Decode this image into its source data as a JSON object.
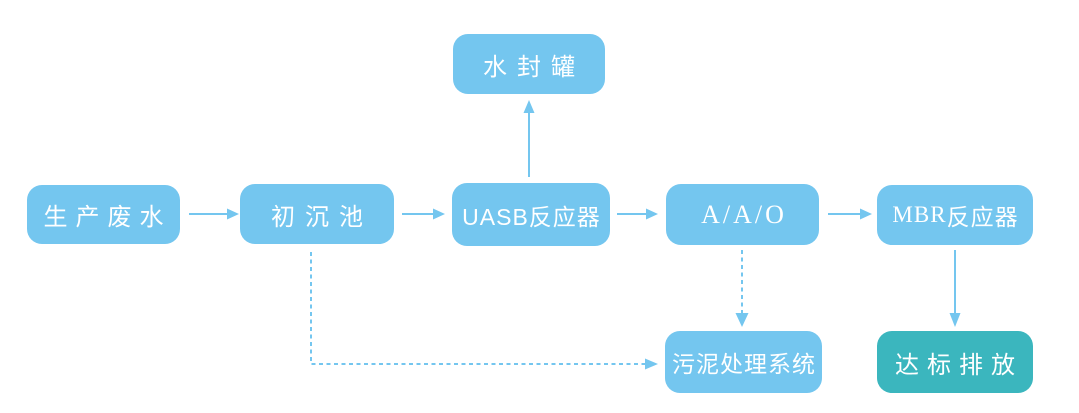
{
  "colors": {
    "node_blue": "#74C6EF",
    "node_teal": "#3BB6BE",
    "arrow_blue": "#74C6EF",
    "label_text": "#FFFFFF",
    "background": "#FFFFFF"
  },
  "nodes": {
    "production_wastewater": {
      "label": "生产废水"
    },
    "primary_sedimentation_tank": {
      "label": "初沉池"
    },
    "uasb_reactor": {
      "label": "UASB反应器"
    },
    "aao_process": {
      "label": "A/A/O"
    },
    "mbr_reactor": {
      "label_latin": "MBR",
      "label_cjk": "反应器"
    },
    "water_seal_tank": {
      "label": "水封罐"
    },
    "sludge_treatment_system": {
      "label": "污泥处理系统"
    },
    "standard_discharge": {
      "label": "达标排放"
    }
  },
  "edges": [
    {
      "from": "生产废水",
      "to": "初沉池",
      "style": "solid"
    },
    {
      "from": "初沉池",
      "to": "UASB反应器",
      "style": "solid"
    },
    {
      "from": "UASB反应器",
      "to": "A/A/O",
      "style": "solid"
    },
    {
      "from": "A/A/O",
      "to": "MBR反应器",
      "style": "solid"
    },
    {
      "from": "UASB反应器",
      "to": "水封罐",
      "style": "solid"
    },
    {
      "from": "MBR反应器",
      "to": "达标排放",
      "style": "solid"
    },
    {
      "from": "A/A/O",
      "to": "污泥处理系统",
      "style": "dashed"
    },
    {
      "from": "初沉池",
      "to": "污泥处理系统",
      "style": "dashed"
    }
  ]
}
